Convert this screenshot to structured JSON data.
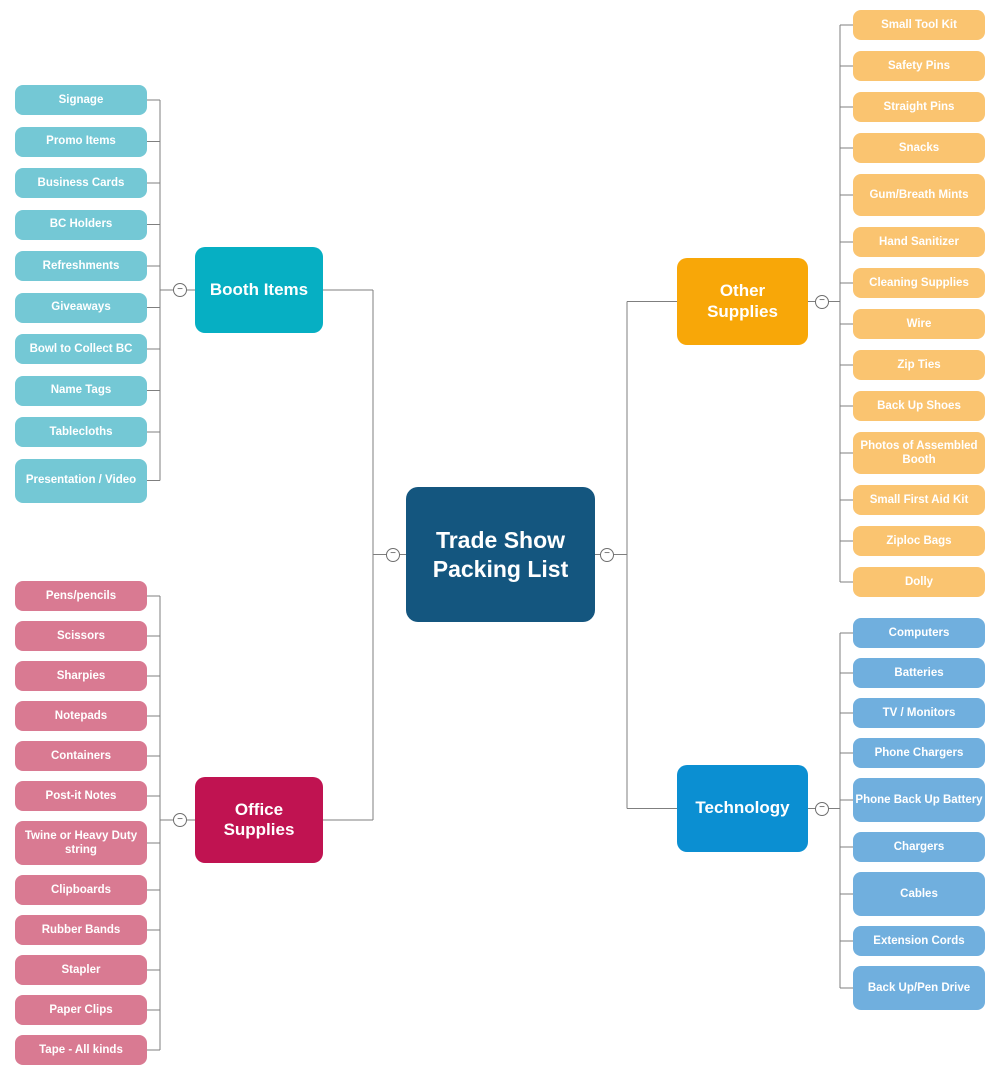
{
  "diagram": {
    "root": {
      "label": "Trade Show Packing List"
    },
    "toggle_glyph": "−",
    "colors": {
      "root_fill": "#14567F",
      "connector": "#7F7F7F",
      "text": "#FFFFFF",
      "branches": {
        "booth": {
          "fill": "#06AFC3",
          "leaf_fill": "#74C8D5"
        },
        "office": {
          "fill": "#C01351",
          "leaf_fill": "#D97A92"
        },
        "other": {
          "fill": "#F8A708",
          "leaf_fill": "#FAC470"
        },
        "tech": {
          "fill": "#0B8FD2",
          "leaf_fill": "#70AFDE"
        }
      }
    },
    "branches": [
      {
        "id": "booth",
        "label": "Booth Items",
        "items": [
          "Signage",
          "Promo Items",
          "Business Cards",
          "BC Holders",
          "Refreshments",
          "Giveaways",
          "Bowl to Collect BC",
          "Name Tags",
          "Tablecloths",
          "Presentation / Video"
        ]
      },
      {
        "id": "office",
        "label": "Office Supplies",
        "items": [
          "Pens/pencils",
          "Scissors",
          "Sharpies",
          "Notepads",
          "Containers",
          "Post-it Notes",
          "Twine or Heavy Duty string",
          "Clipboards",
          "Rubber Bands",
          "Stapler",
          "Paper Clips",
          "Tape - All kinds"
        ]
      },
      {
        "id": "other",
        "label": "Other Supplies",
        "items": [
          "Small Tool Kit",
          "Safety Pins",
          "Straight Pins",
          "Snacks",
          "Gum/Breath Mints",
          "Hand Sanitizer",
          "Cleaning Supplies",
          "Wire",
          "Zip Ties",
          "Back Up Shoes",
          "Photos of Assembled Booth",
          "Small First Aid Kit",
          "Ziploc Bags",
          "Dolly"
        ]
      },
      {
        "id": "tech",
        "label": "Technology",
        "items": [
          "Computers",
          "Batteries",
          "TV / Monitors",
          "Phone Chargers",
          "Phone Back Up Battery",
          "Chargers",
          "Cables",
          "Extension Cords",
          "Back Up/Pen Drive"
        ]
      }
    ]
  }
}
